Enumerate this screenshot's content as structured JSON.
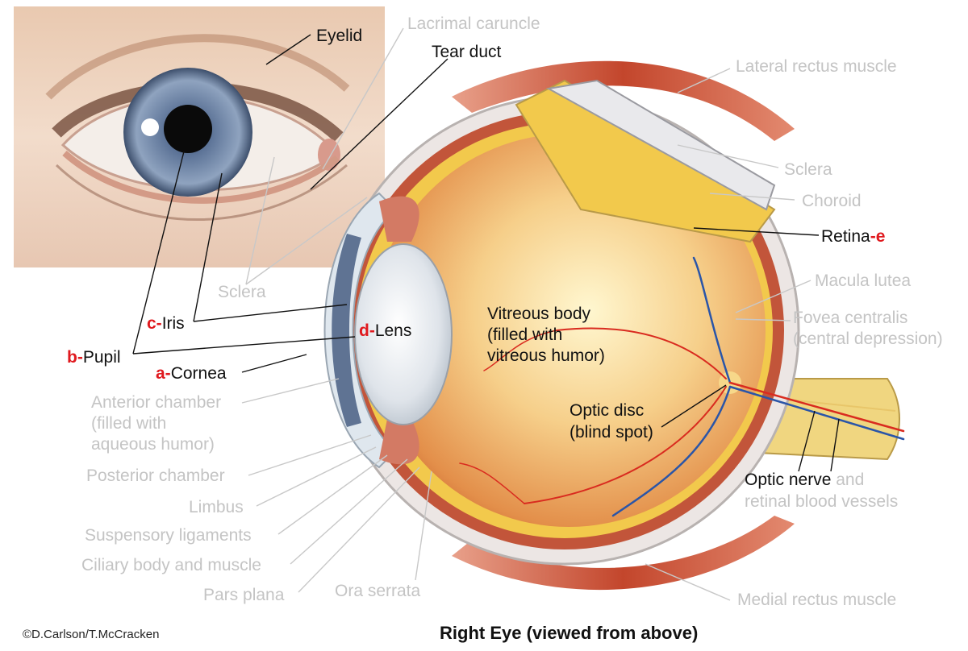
{
  "title": "Right Eye (viewed from above)",
  "credit": "©D.Carlson/T.McCracken",
  "colors": {
    "iris": "#7f94b0",
    "sclera": "#f3ece6",
    "retina": "#f2c94c",
    "vitreous": "#f0b870",
    "muscle": "#c3462c",
    "artery": "#d92b1f",
    "vein": "#2a55a8",
    "label_dark": "#111111",
    "label_grey": "#c4c4c4",
    "marker_red": "#e0191e"
  },
  "labels": {
    "eyelid": "Eyelid",
    "lacrimal_caruncle": "Lacrimal caruncle",
    "tear_duct": "Tear duct",
    "lateral_rectus": "Lateral rectus muscle",
    "sclera_right": "Sclera",
    "choroid": "Choroid",
    "retina": "Retina",
    "retina_marker": "-e",
    "macula": "Macula lutea",
    "fovea_1": "Fovea centralis",
    "fovea_2": "(central depression)",
    "sclera_left": "Sclera",
    "iris_marker": "c-",
    "iris": "Iris",
    "pupil_marker": "b-",
    "pupil": "Pupil",
    "lens_marker": "d-",
    "lens": "Lens",
    "cornea_marker": "a-",
    "cornea": "Cornea",
    "vitreous_1": "Vitreous body",
    "vitreous_2": "(filled with",
    "vitreous_3": "vitreous humor)",
    "anterior_1": "Anterior chamber",
    "anterior_2": "(filled with",
    "anterior_3": "aqueous humor)",
    "posterior": "Posterior chamber",
    "limbus": "Limbus",
    "suspensory": "Suspensory ligaments",
    "ciliary": "Ciliary body and muscle",
    "pars_plana": "Pars plana",
    "ora_serrata": "Ora serrata",
    "optic_disc_1": "Optic disc",
    "optic_disc_2": "(blind spot)",
    "optic_nerve_dark": "Optic nerve",
    "optic_nerve_grey": " and",
    "retinal_vessels": "retinal blood vessels",
    "medial_rectus": "Medial rectus muscle"
  }
}
